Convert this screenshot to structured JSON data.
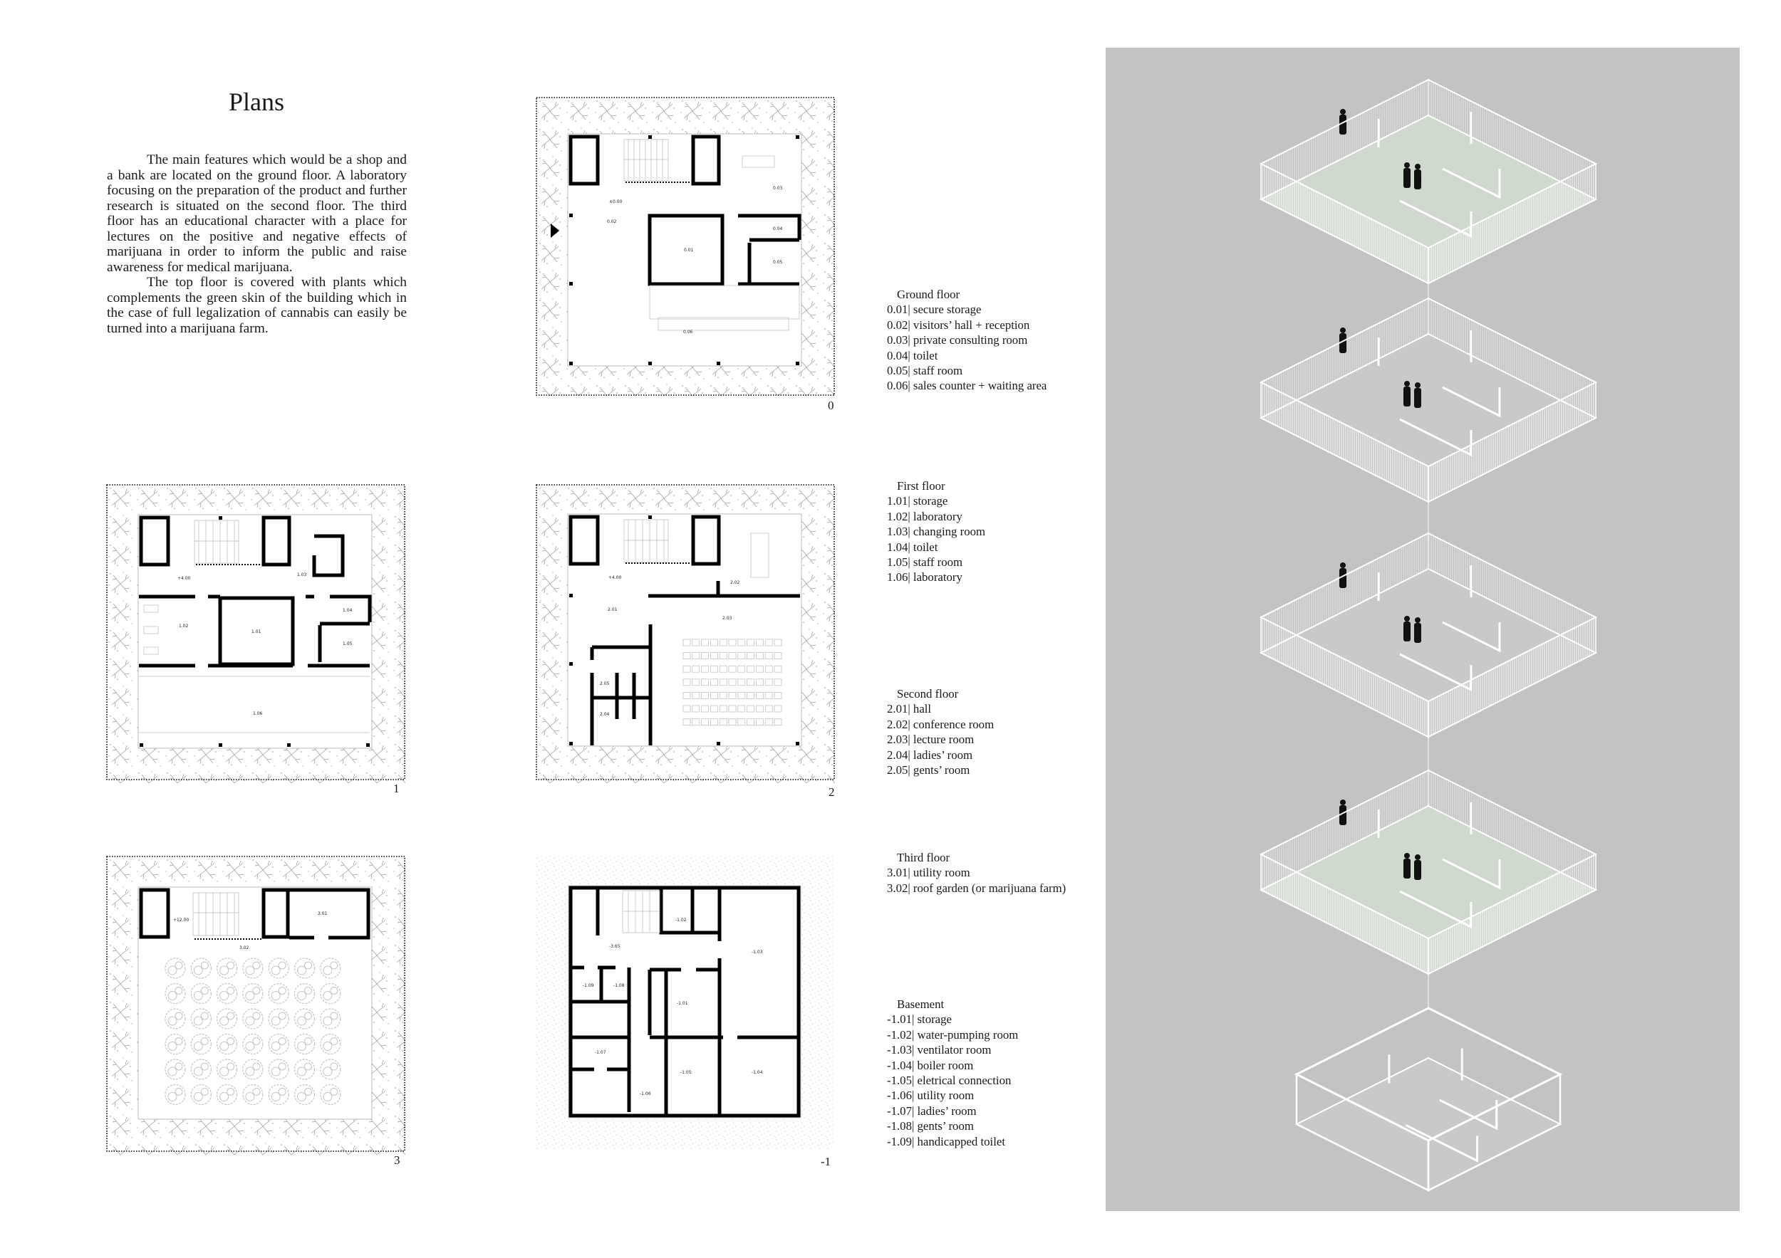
{
  "title": "Plans",
  "intro": [
    "The main features which would be a shop and a bank are located on the ground floor. A laboratory focusing on the preparation of the product and further research is situated on the second floor. The third floor has an educational character with a place for lectures on the positive and negative effects of marijuana in order to inform the public and raise awareness for medical marijuana.",
    "The top floor is covered with plants which complements the green skin of the building which in the case of full legalization of cannabis can easily be turned into a marijuana farm."
  ],
  "plans": {
    "ground": {
      "number": "0",
      "level": "±0.00",
      "rooms": [
        "0.01",
        "0.02",
        "0.03",
        "0.04",
        "0.05",
        "0.06"
      ]
    },
    "first": {
      "number": "1",
      "level": "+4.00",
      "rooms": [
        "1.01",
        "1.02",
        "1.03",
        "1.04",
        "1.05",
        "1.06"
      ]
    },
    "second": {
      "number": "2",
      "level": "+4.00",
      "rooms": [
        "2.01",
        "2.02",
        "2.03",
        "2.04",
        "2.05"
      ]
    },
    "third": {
      "number": "3",
      "level": "+12.00",
      "rooms": [
        "3.01",
        "3.02"
      ]
    },
    "basement": {
      "number": "-1",
      "level": "-3.65",
      "rooms": [
        "-1.01",
        "-1.02",
        "-1.03",
        "-1.04",
        "-1.05",
        "-1.06",
        "-1.07",
        "-1.08",
        "-1.09"
      ]
    }
  },
  "legends": [
    {
      "heading": "Ground floor",
      "items": [
        "0.01| secure storage",
        "0.02| visitors’ hall + reception",
        "0.03| private consulting room",
        "0.04| toilet",
        "0.05| staff room",
        "0.06| sales counter + waiting area"
      ]
    },
    {
      "heading": "First floor",
      "items": [
        "1.01| storage",
        "1.02| laboratory",
        "1.03| changing room",
        "1.04| toilet",
        "1.05| staff room",
        "1.06| laboratory"
      ]
    },
    {
      "heading": "Second floor",
      "items": [
        "2.01| hall",
        "2.02| conference room",
        "2.03| lecture room",
        "2.04| ladies’ room",
        "2.05| gents’ room"
      ]
    },
    {
      "heading": "Third floor",
      "items": [
        "3.01| utility room",
        "3.02| roof garden (or marijuana farm)"
      ]
    },
    {
      "heading": "Basement",
      "items": [
        "-1.01| storage",
        "-1.02| water-pumping room",
        "-1.03| ventilator room",
        "-1.04| boiler room",
        "-1.05| eletrical connection",
        "-1.06| utility room",
        "-1.07| ladies’ room",
        "-1.08| gents’ room",
        "-1.09| handicapped toilet"
      ]
    }
  ],
  "colors": {
    "panel": "#c3c3c3",
    "green_skin": "#b9d8b4",
    "wall": "#000000"
  }
}
